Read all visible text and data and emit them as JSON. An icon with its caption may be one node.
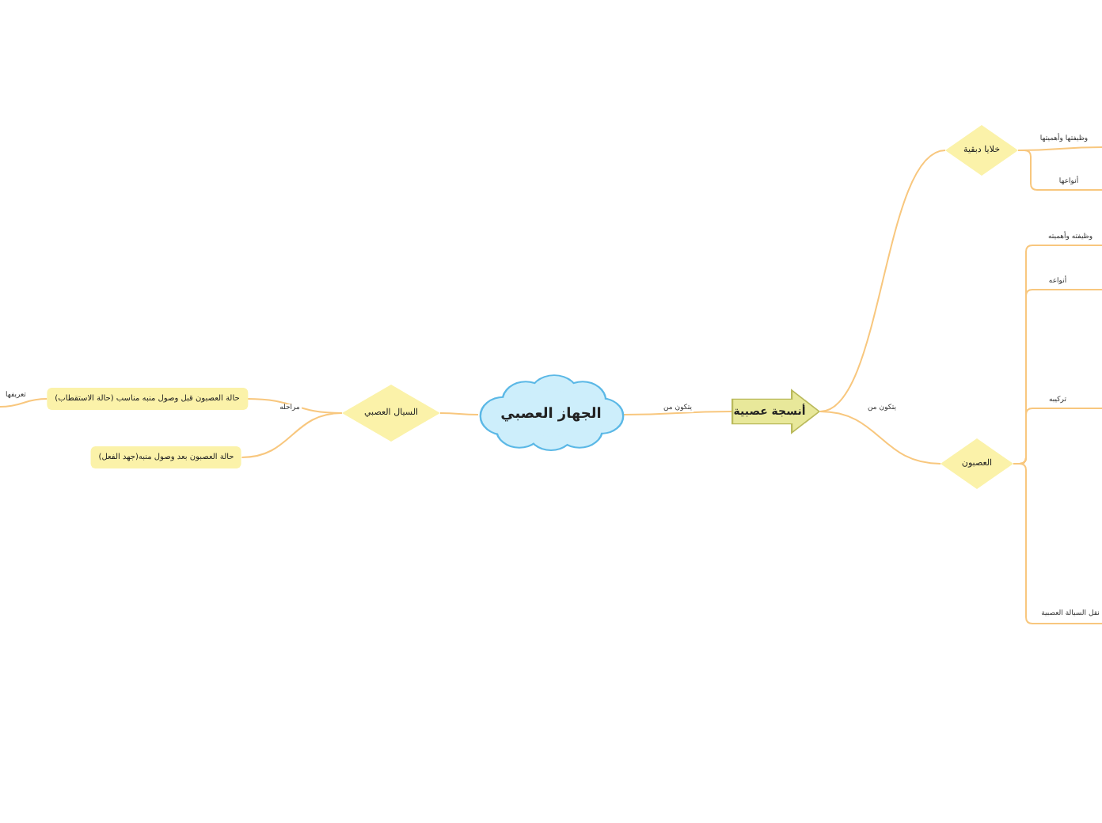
{
  "diagram": {
    "nodes": [
      {
        "text": [
          "الجهاز العصبي"
        ]
      },
      {
        "text": [
          "أنسجة عصبية"
        ]
      },
      {
        "text": [
          "خلايا دبقية"
        ]
      },
      {
        "text": [
          "العصبون"
        ]
      },
      {
        "text": [
          "السيال العصبي"
        ]
      },
      {
        "text": [
          "حالة العصبون قبل وصول منبه مناسب (حالة الاستقطاب)"
        ]
      },
      {
        "text": [
          "حالة العصبون بعد وصول منبه(جهد الفعل)"
        ]
      }
    ],
    "edges": [
      {
        "from": 0,
        "to": 1,
        "arrow": "none",
        "label": "يتكون من"
      },
      {
        "from": 1,
        "to": 2,
        "arrow": "none",
        "label": "يتكون من"
      },
      {
        "from": 1,
        "to": 3,
        "arrow": "none"
      },
      {
        "from": 2,
        "to": null,
        "arrow": "none",
        "label": "وظيفتها وأهميتها"
      },
      {
        "from": 2,
        "to": null,
        "arrow": "none",
        "label": "أنواعها"
      },
      {
        "from": 3,
        "to": null,
        "arrow": "none",
        "label": "وظيفته وأهميته"
      },
      {
        "from": 3,
        "to": null,
        "arrow": "none",
        "label": "أنواعه"
      },
      {
        "from": 3,
        "to": null,
        "arrow": "none",
        "label": "تركيبه"
      },
      {
        "from": 3,
        "to": null,
        "arrow": "none",
        "label": "نقل السيالة العصبية"
      },
      {
        "from": 0,
        "to": 4,
        "arrow": "none"
      },
      {
        "from": 4,
        "to": 5,
        "arrow": "none",
        "label": "مراحله"
      },
      {
        "from": 4,
        "to": 6,
        "arrow": "none"
      },
      {
        "from": 5,
        "to": null,
        "arrow": "none",
        "label": "تعريفها"
      }
    ]
  }
}
